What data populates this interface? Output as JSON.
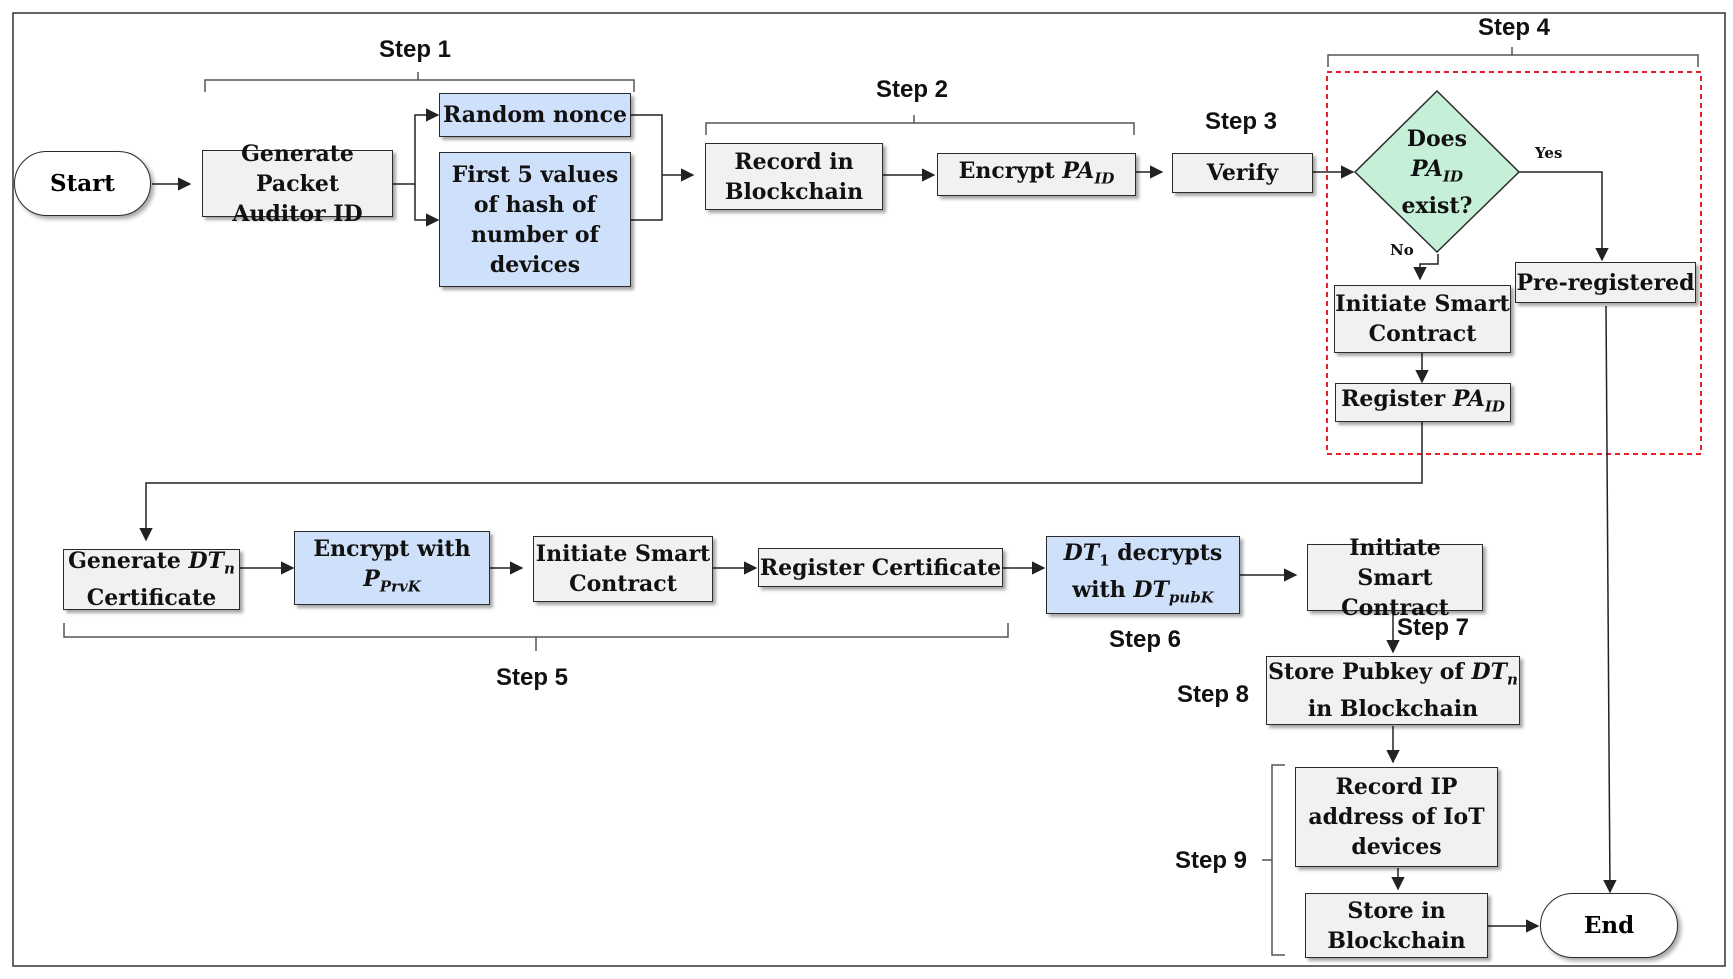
{
  "nodes": {
    "start": "Start",
    "end": "End",
    "generate_packet_auditor_id": [
      "Generate Packet",
      "Auditor ID"
    ],
    "random_nonce": "Random nonce",
    "first5": [
      "First 5 values",
      "of hash of",
      "number of",
      "devices"
    ],
    "record_in_blockchain": [
      "Record in",
      "Blockchain"
    ],
    "encrypt_pa_id": {
      "prefix": "Encrypt ",
      "var": "PA",
      "sub": "ID"
    },
    "verify": "Verify",
    "does_pa_id_exist": {
      "line1": "Does",
      "var": "PA",
      "sub": "ID",
      "line3": "exist?"
    },
    "yes_label": "Yes",
    "no_label": "No",
    "pre_registered": "Pre-registered",
    "initiate_smart_contract_step4": [
      "Initiate Smart",
      "Contract"
    ],
    "register_pa_id": {
      "prefix": "Register ",
      "var": "PA",
      "sub": "ID"
    },
    "generate_dtn_certificate": {
      "prefix": "Generate ",
      "var": "DT",
      "sub": "n",
      "line2": "Certificate"
    },
    "encrypt_with_pprvk": {
      "line1": "Encrypt with",
      "var": "P",
      "sub": "PrvK"
    },
    "initiate_smart_contract_step5": [
      "Initiate Smart",
      "Contract"
    ],
    "register_certificate": "Register Certificate",
    "dt1_decrypts": {
      "var1": "DT",
      "sub1": "1",
      "text1": " decrypts",
      "text2": "with ",
      "var2": "DT",
      "sub2": "pubK"
    },
    "initiate_smart_contract_step6": [
      "Initiate Smart",
      "Contract"
    ],
    "store_pubkey": {
      "prefix": "Store Pubkey of ",
      "var": "DT",
      "sub": "n",
      "line2": "in Blockchain"
    },
    "record_ip": [
      "Record IP",
      "address of IoT",
      "devices"
    ],
    "store_in_blockchain": [
      "Store in",
      "Blockchain"
    ]
  },
  "steps": {
    "step1": "Step 1",
    "step2": "Step 2",
    "step3": "Step 3",
    "step4": "Step 4",
    "step5": "Step 5",
    "step6": "Step 6",
    "step7": "Step 7",
    "step8": "Step 8",
    "step9": "Step 9"
  },
  "colors": {
    "process_fill": "#f1f1f1",
    "highlight_fill": "#cfe0fa",
    "decision_fill": "#c6efd8",
    "step4_border": "#e8202a",
    "line": "#222222"
  }
}
